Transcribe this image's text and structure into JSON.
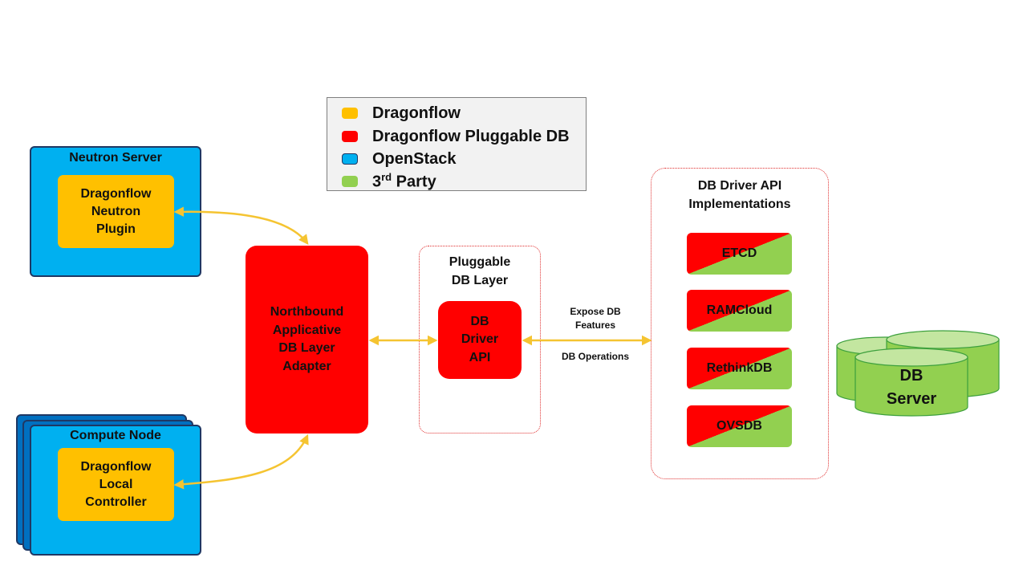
{
  "legend": {
    "items": [
      {
        "label": "Dragonflow",
        "color": "#ffc000"
      },
      {
        "label": "Dragonflow Pluggable DB",
        "color": "#ff0000"
      },
      {
        "label": "OpenStack",
        "color": "#00b0f0"
      },
      {
        "label_base": "3",
        "label_sup": "rd",
        "label_rest": " Party",
        "color": "#92d050"
      }
    ]
  },
  "neutron_server": {
    "title": "Neutron Server",
    "plugin": "Dragonflow\nNeutron\nPlugin"
  },
  "compute_node": {
    "title": "Compute Node",
    "controller": "Dragonflow\nLocal\nController"
  },
  "northbound": {
    "label": "Northbound\nApplicative\nDB Layer\nAdapter"
  },
  "pluggable_layer": {
    "title": "Pluggable\nDB Layer",
    "driver_api": "DB\nDriver\nAPI"
  },
  "connector_labels": {
    "expose": "Expose DB\nFeatures",
    "operations": "DB Operations"
  },
  "implementations": {
    "title": "DB Driver API\nImplementations",
    "items": [
      "ETCD",
      "RAMCloud",
      "RethinkDB",
      "OVSDB"
    ]
  },
  "db_server": {
    "label": "DB\nServer"
  },
  "colors": {
    "arrow": "#f5c431",
    "openstack_blue": "#00b0f0",
    "dragonflow_orange": "#ffc000",
    "pluggable_red": "#ff0000",
    "third_party_green": "#92d050"
  }
}
